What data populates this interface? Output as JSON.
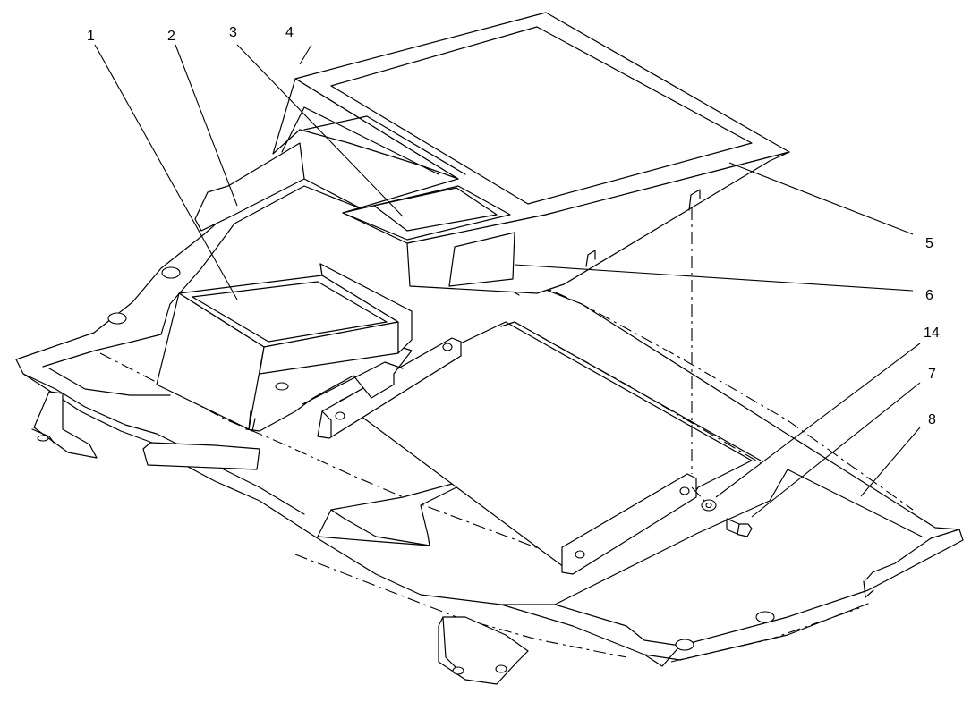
{
  "diagram": {
    "callouts": [
      {
        "id": "c1",
        "label": "1"
      },
      {
        "id": "c2",
        "label": "2"
      },
      {
        "id": "c3",
        "label": "3"
      },
      {
        "id": "c4",
        "label": "4"
      },
      {
        "id": "c5",
        "label": "5"
      },
      {
        "id": "c6",
        "label": "6"
      },
      {
        "id": "c14",
        "label": "14"
      },
      {
        "id": "c7",
        "label": "7"
      },
      {
        "id": "c8",
        "label": "8"
      }
    ]
  }
}
